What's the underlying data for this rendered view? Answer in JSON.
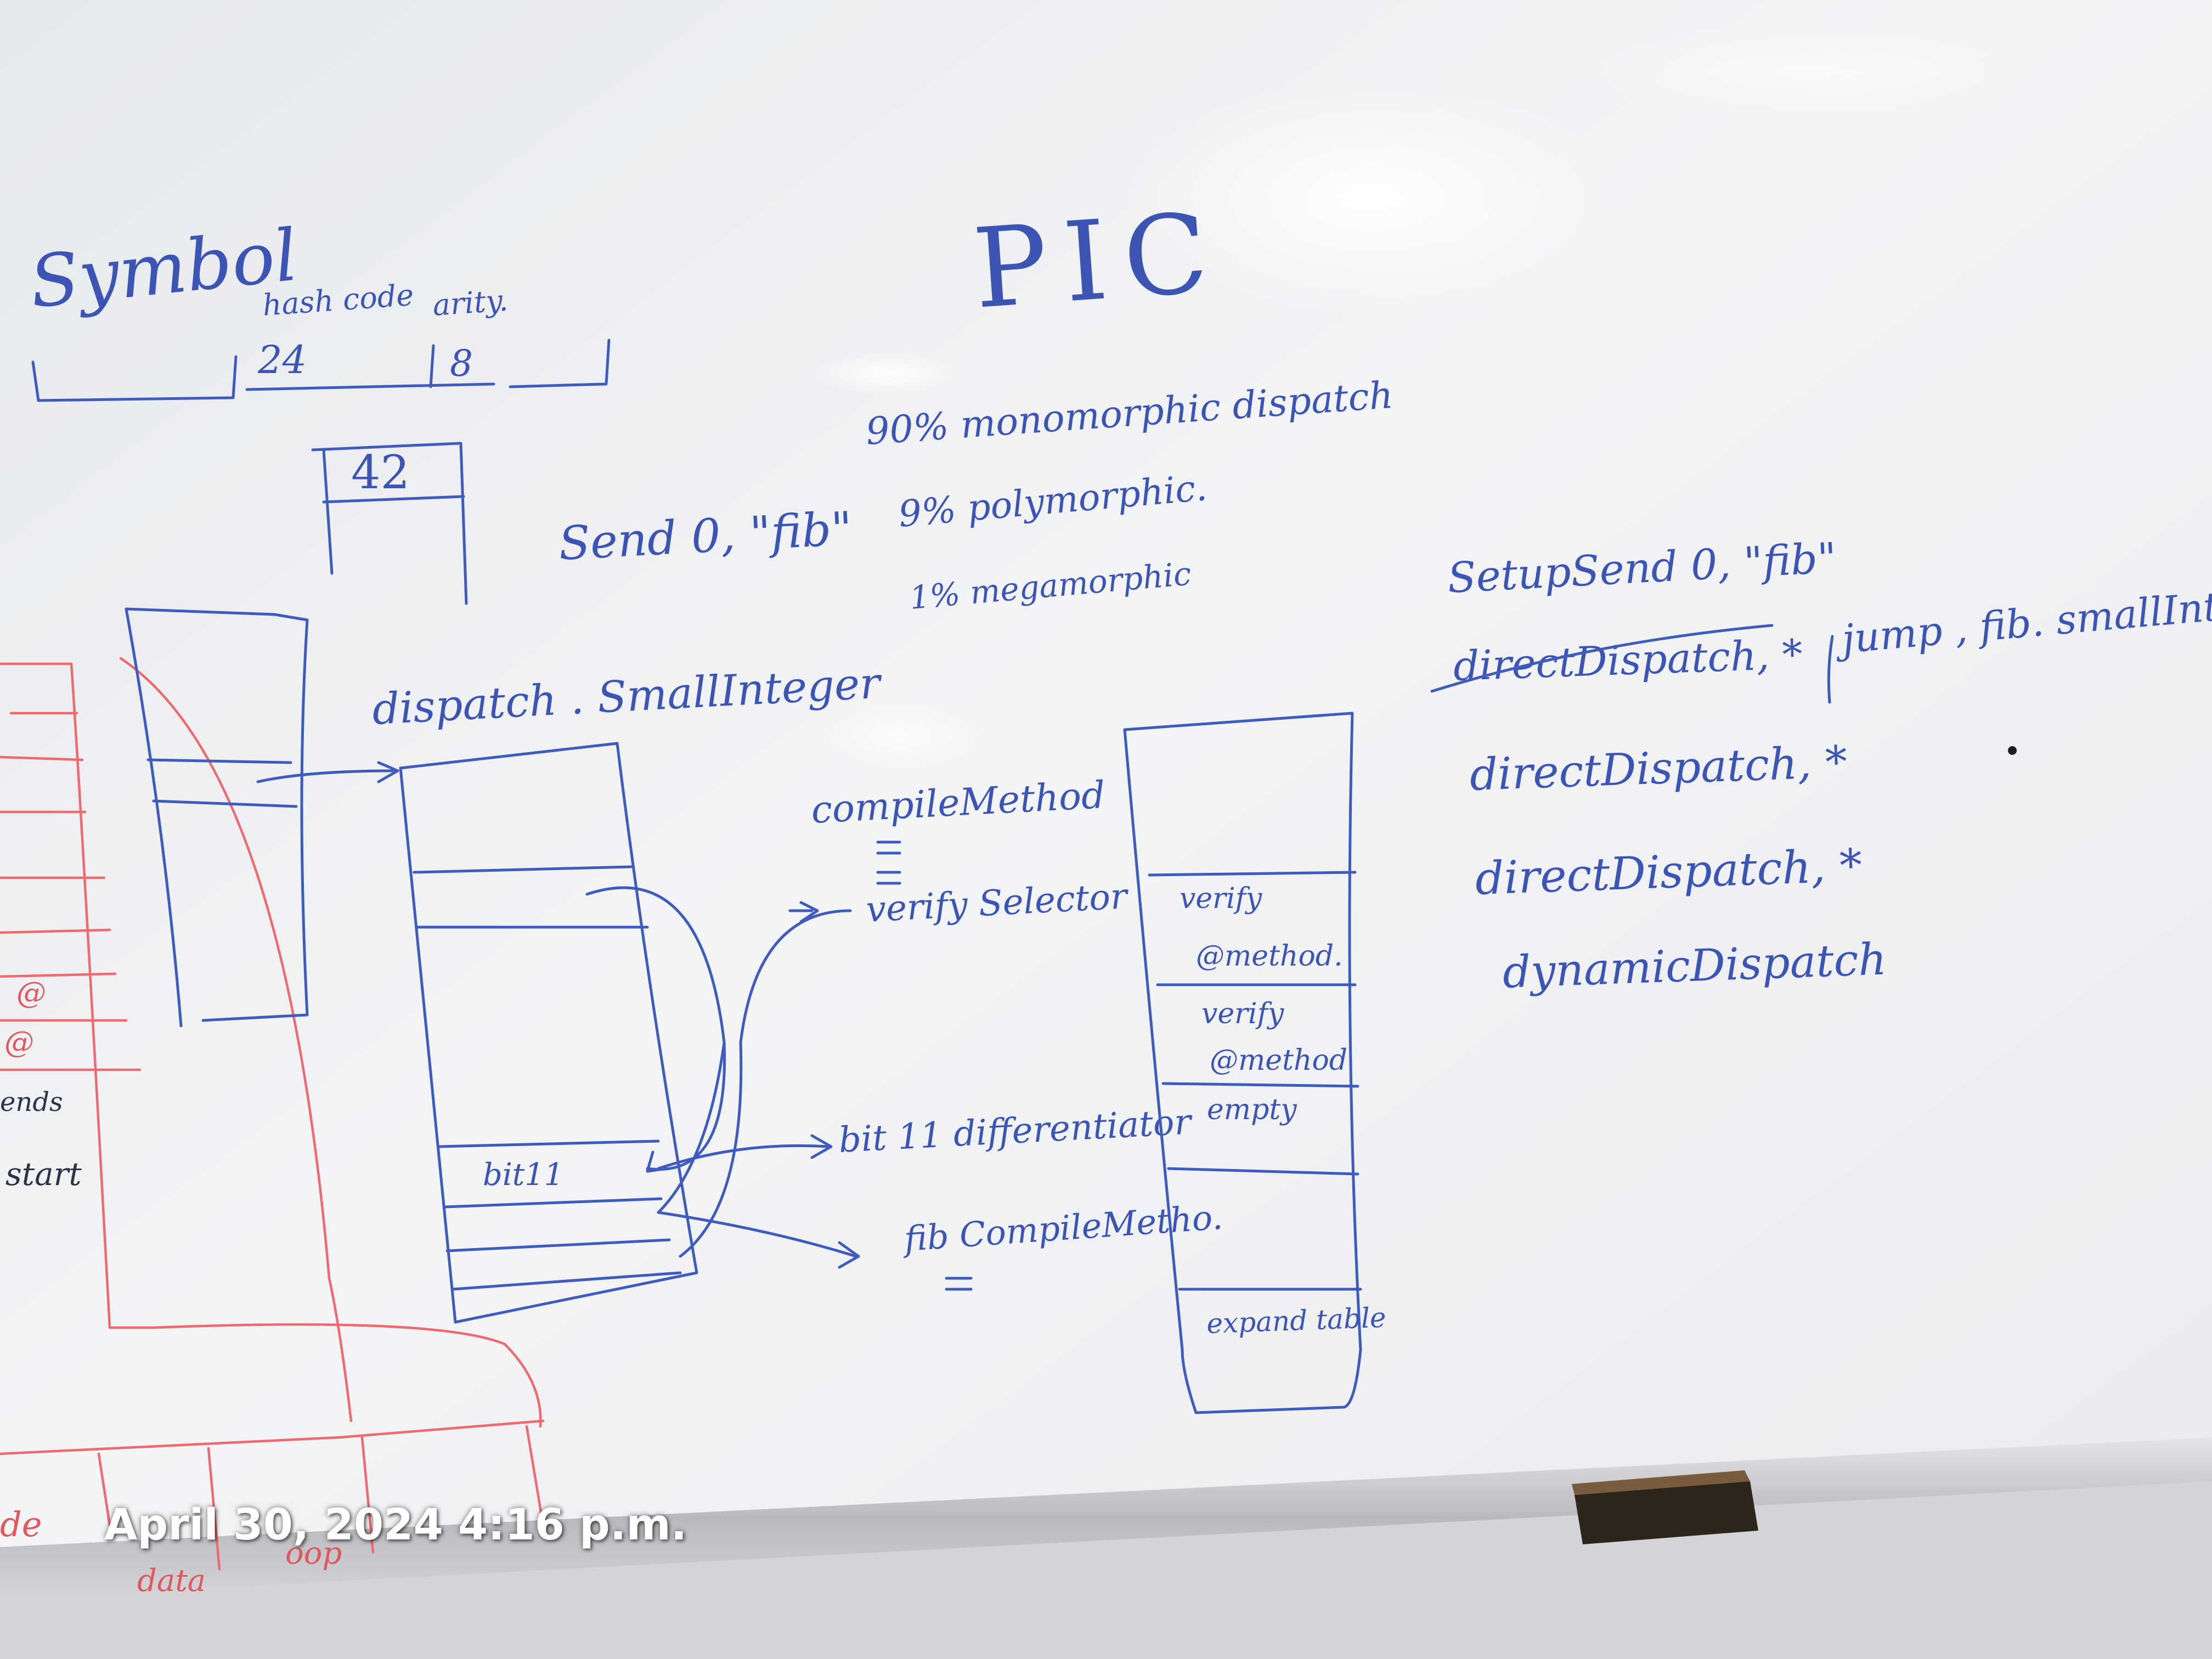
{
  "whiteboard": {
    "title": "PIC",
    "symbol_box": {
      "label": "Symbol",
      "field_hashcode_label": "hash code",
      "field_arity_label": "arity.",
      "hashcode_bits": "24",
      "arity_bits": "8",
      "value": "42"
    },
    "stats": {
      "monomorphic": "90% monomorphic dispatch",
      "polymorphic": "9% polymorphic.",
      "megamorphic": "1% megamorphic"
    },
    "send_code": "Send 0, \"fib\"",
    "dispatch_label": "dispatch . SmallInteger",
    "compiled_method": "compileMethod",
    "verify_selector": "verify Selector",
    "bit11_cell": "bit11",
    "bit11_note": "bit 11 differentiator",
    "fib_note": "fib CompileMetho.",
    "pic_table_cells": [
      "verify",
      "@method.",
      "verify",
      "@method",
      "empty"
    ],
    "expand_table": "expand table",
    "right_column": {
      "setup": "SetupSend 0, \"fib\"",
      "line1_struck": "directDispatch, *",
      "jump_note": "jump , fib. smallInteger",
      "line2": "directDispatch, *",
      "line3": "directDispatch, *",
      "line4": "dynamicDispatch"
    },
    "left_fragments": [
      "@",
      "@",
      "ends",
      "start",
      "de",
      "data",
      "oop"
    ]
  },
  "timestamp": "April 30, 2024 4:16 p.m.",
  "colors": {
    "marker_blue": "#3f5bbd",
    "marker_red": "#ee6a70",
    "board": "#eef0f2",
    "tray": "#c9cbd0",
    "eraser": "#3b2f24"
  }
}
